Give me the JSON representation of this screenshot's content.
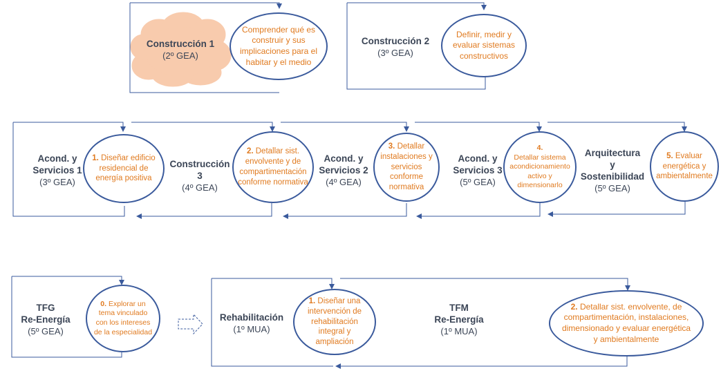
{
  "top": {
    "block1": {
      "name": "Construcción 1",
      "year": "(2º GEA)",
      "goal": "Comprender qué es construir y sus implicaciones para el habitar y el medio"
    },
    "block2": {
      "name": "Construcción 2",
      "year": "(3º GEA)",
      "goal": "Definir, medir y evaluar sistemas constructivos"
    }
  },
  "middle": {
    "subjects": [
      {
        "name_line1": "Acond. y",
        "name_line2": "Servicios 1",
        "year": "(3º GEA)",
        "num": "1.",
        "goal": "Diseñar edificio residencial de energía positiva"
      },
      {
        "name_line1": "Construcción",
        "name_line2": "3",
        "year": "(4º GEA)",
        "num": "2.",
        "goal": "Detallar sist. envolvente y de compartimentación conforme normativa"
      },
      {
        "name_line1": "Acond. y",
        "name_line2": "Servicios 2",
        "year": "(4º GEA)",
        "num": "3.",
        "goal": "Detallar instalaciones y servicios conforme normativa"
      },
      {
        "name_line1": "Acond. y",
        "name_line2": "Servicios 3",
        "year": "(5º GEA)",
        "num": "4.",
        "goal": "Detallar sistema acondicionamiento activo y dimensionarlo"
      },
      {
        "name_line1": "Arquitectura",
        "name_line2": "y",
        "name_line3": "Sostenibilidad",
        "year": "(5º GEA)",
        "num": "5.",
        "goal": "Evaluar energética y ambientalmente"
      }
    ]
  },
  "bottom": {
    "tfg": {
      "name_line1": "TFG",
      "name_line2": "Re-Energía",
      "year": "(5º GEA)",
      "num": "0.",
      "goal": "Explorar un tema vinculado con los intereses de la especialidad"
    },
    "rehab": {
      "name": "Rehabilitación",
      "year": "(1º MUA)",
      "num": "1.",
      "goal": "Diseñar una intervención de rehabilitación integral y ampliación"
    },
    "tfm": {
      "name_line1": "TFM",
      "name_line2": "Re-Energía",
      "year": "(1º MUA)",
      "num": "2.",
      "goal": "Detallar sist. envolvente, de compartimentación, instalaciones, dimensionado y evaluar energética y ambientalmente"
    }
  },
  "colors": {
    "line": "#3a5a9c",
    "accent": "#e07a1f",
    "cloud": "#f8cbad",
    "text": "#3b4556"
  }
}
